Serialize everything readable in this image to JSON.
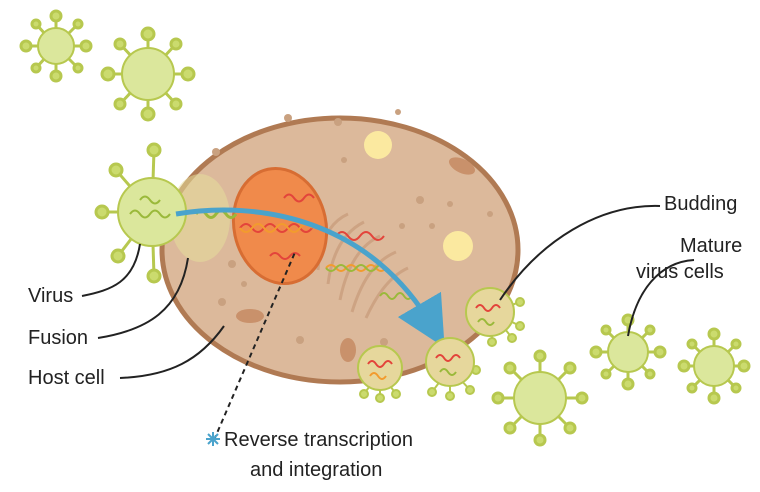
{
  "labels": {
    "virus": "Virus",
    "fusion": "Fusion",
    "host_cell": "Host cell",
    "reverse_transcription_line1": "Reverse transcription",
    "reverse_transcription_line2": "and integration",
    "budding": "Budding",
    "mature_line1": "Mature",
    "mature_line2": "virus cells"
  },
  "colors": {
    "host_cell_fill": "#dcb99b",
    "host_cell_stroke": "#b07a53",
    "nucleus_fill": "#f08a4b",
    "nucleus_stroke": "#d76d33",
    "virus_fill": "#dbe79c",
    "virus_stroke": "#b7c84f",
    "arrow": "#4aa3cc",
    "rna_red": "#e3443b",
    "rna_orange": "#f29b2e",
    "rna_green": "#9ab93a",
    "leader": "#222222",
    "asterisk": "#4aa3cc"
  },
  "icons": {
    "reverse_transcription_marker": "asterisk-icon"
  }
}
